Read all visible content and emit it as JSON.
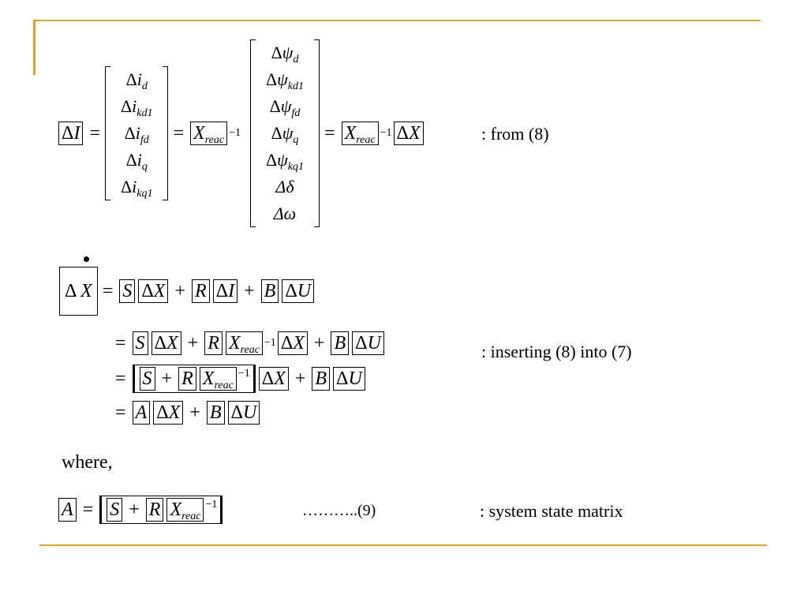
{
  "notes": {
    "from8": ": from (8)",
    "inserting": ": inserting (8) into (7)",
    "system_state": ": system state matrix",
    "eq_number": "………..(9)",
    "where": "where,"
  },
  "symbols": {
    "delta": "Δ",
    "I": "I",
    "X": "X",
    "S": "S",
    "R": "R",
    "B": "B",
    "U": "U",
    "A": "A",
    "reac": "reac",
    "inv": "−1",
    "equals": "=",
    "plus": "+"
  },
  "current_vector": [
    "Δi_d",
    "Δi_kd1",
    "Δi_fd",
    "Δi_q",
    "Δi_kq1"
  ],
  "current_vector_sym": "i",
  "current_subs": [
    "d",
    "kd1",
    "fd",
    "q",
    "kq1"
  ],
  "state_vector_sym": "ψ",
  "state_subs": [
    "d",
    "kd1",
    "fd",
    "q",
    "kq1"
  ],
  "state_extra": [
    "Δδ",
    "Δω"
  ]
}
